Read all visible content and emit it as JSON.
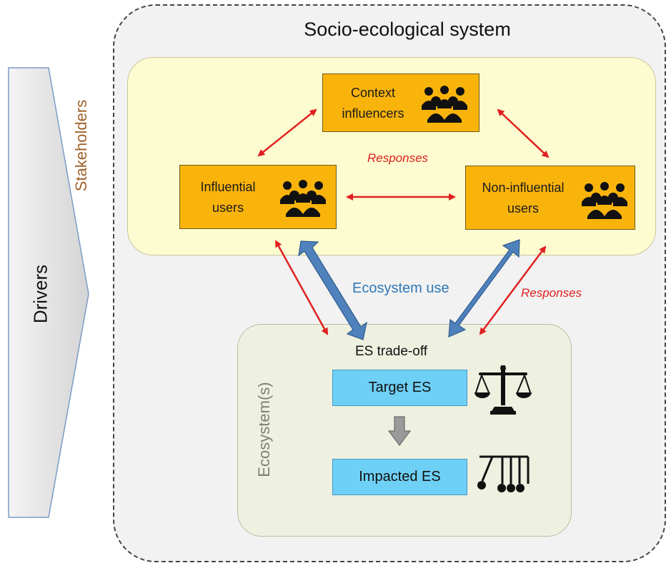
{
  "diagram": {
    "system_title": "Socio-ecological system",
    "drivers_label": "Drivers",
    "stakeholders_label": "Stakeholders",
    "ecosystems_label": "Ecosystem(s)",
    "context_influencers": {
      "line1": "Context",
      "line2": "influencers"
    },
    "influential_users": {
      "line1": "Influential",
      "line2": "users"
    },
    "non_influential_users": {
      "line1": "Non-influential",
      "line2": "users"
    },
    "responses_top": "Responses",
    "responses_right": "Responses",
    "ecosystem_use": "Ecosystem use",
    "es_tradeoff": "ES trade-off",
    "target_es": "Target ES",
    "impacted_es": "Impacted ES"
  },
  "colors": {
    "stakeholder_box": "#f9b40c",
    "es_box": "#6fd0f5",
    "red_arrow": "#e02020",
    "blue_arrow": "#4f81bd",
    "stakeholder_panel": "#fdfbd0",
    "ecosystem_panel": "#eef0e0"
  }
}
